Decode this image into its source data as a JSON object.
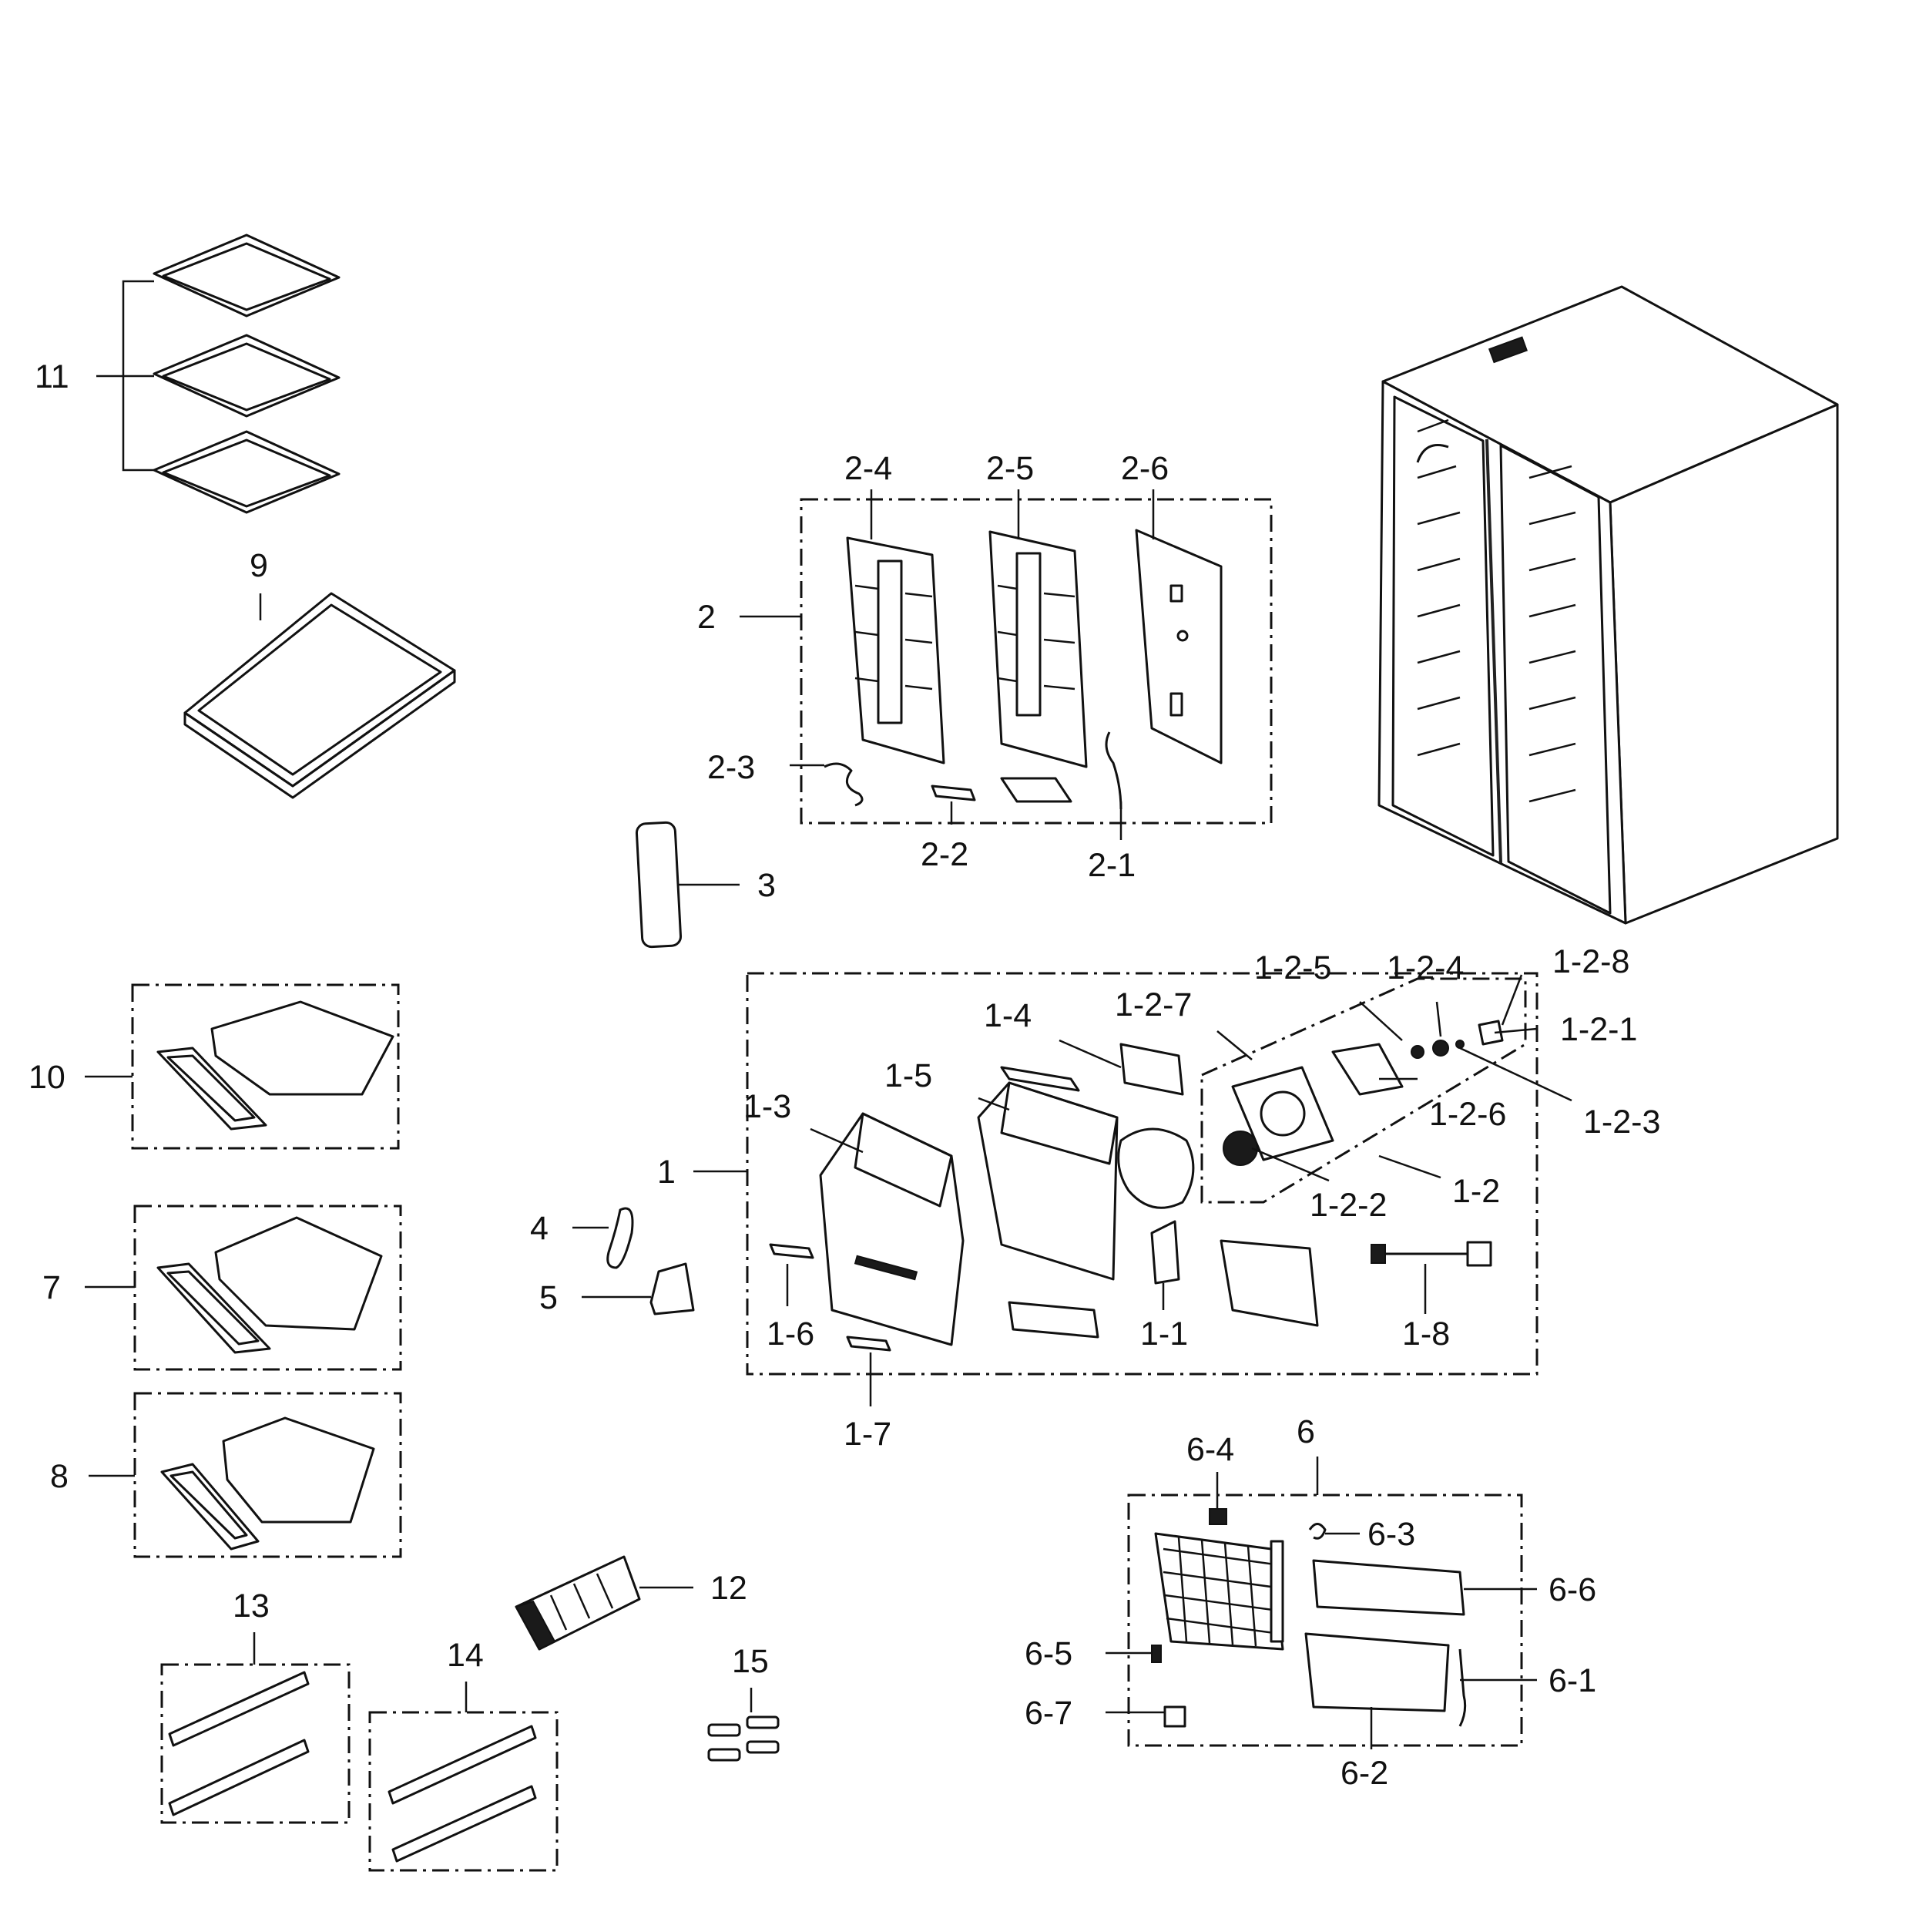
{
  "callouts": {
    "c11": "11",
    "c9": "9",
    "c2": "2",
    "c2_1": "2-1",
    "c2_2": "2-2",
    "c2_3": "2-3",
    "c2_4": "2-4",
    "c2_5": "2-5",
    "c2_6": "2-6",
    "c3": "3",
    "c10": "10",
    "c7": "7",
    "c8": "8",
    "c4": "4",
    "c5": "5",
    "c1": "1",
    "c1_1": "1-1",
    "c1_2": "1-2",
    "c1_2_1": "1-2-1",
    "c1_2_2": "1-2-2",
    "c1_2_3": "1-2-3",
    "c1_2_4": "1-2-4",
    "c1_2_5": "1-2-5",
    "c1_2_6": "1-2-6",
    "c1_2_7": "1-2-7",
    "c1_2_8": "1-2-8",
    "c1_3": "1-3",
    "c1_4": "1-4",
    "c1_5": "1-5",
    "c1_6": "1-6",
    "c1_7": "1-7",
    "c1_8": "1-8",
    "c6": "6",
    "c6_1": "6-1",
    "c6_2": "6-2",
    "c6_3": "6-3",
    "c6_4": "6-4",
    "c6_5": "6-5",
    "c6_6": "6-6",
    "c6_7": "6-7",
    "c12": "12",
    "c13": "13",
    "c14": "14",
    "c15": "15"
  }
}
